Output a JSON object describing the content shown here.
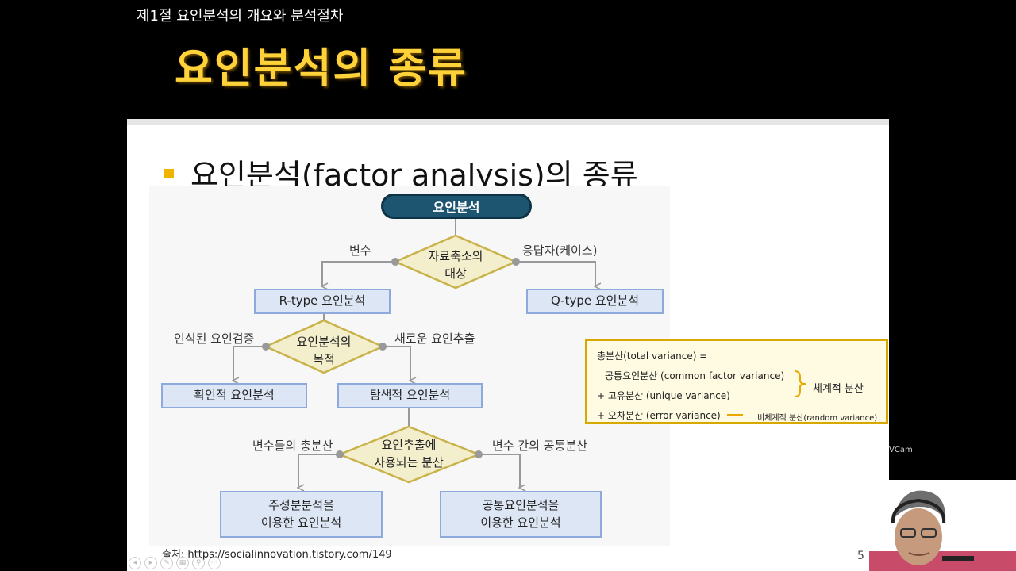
{
  "header": {
    "subtitle": "제1절 요인분석의 개요와 분석절차",
    "title": "요인분석의 종류"
  },
  "slide": {
    "heading": "요인분석(factor analysis)의 종류",
    "page_number": "5",
    "source": "출처: https://socialinnovation.tistory.com/149"
  },
  "diagram": {
    "root": "요인분석",
    "diamond1": {
      "line1": "자료축소의",
      "line2": "대상"
    },
    "edge_left1": "변수",
    "edge_right1": "응답자(케이스)",
    "box_r": "R-type 요인분석",
    "box_q": "Q-type 요인분석",
    "diamond2": {
      "line1": "요인분석의",
      "line2": "목적"
    },
    "edge_left2": "인식된 요인검증",
    "edge_right2": "새로운 요인추출",
    "box_confirm": "확인적 요인분석",
    "box_explore": "탐색적 요인분석",
    "diamond3": {
      "line1": "요인추출에",
      "line2": "사용되는 분산"
    },
    "edge_left3": "변수들의 총분산",
    "edge_right3": "변수 간의 공통분산",
    "box_pca": {
      "line1": "주성분분석을",
      "line2": "이용한 요인분석"
    },
    "box_common": {
      "line1": "공통요인분석을",
      "line2": "이용한 요인분석"
    }
  },
  "variance": {
    "line1": "총분산(total variance) =",
    "line2": "공통요인분산 (common factor variance)",
    "line3": "+ 고유분산 (unique variance)",
    "line4": "+ 오차분산 (error variance)",
    "systematic": "체계적 분산",
    "random": "비체계적 분산(random variance)"
  },
  "webcam": {
    "label": "VCam"
  },
  "colors": {
    "accent_title": "#ffd23a",
    "box_fill": "#dde6f5",
    "box_border": "#8eaadc",
    "diamond_fill": "#f3eecb",
    "diamond_border": "#c9b24a",
    "root_fill": "#1d5470",
    "variance_border": "#d6a800"
  }
}
